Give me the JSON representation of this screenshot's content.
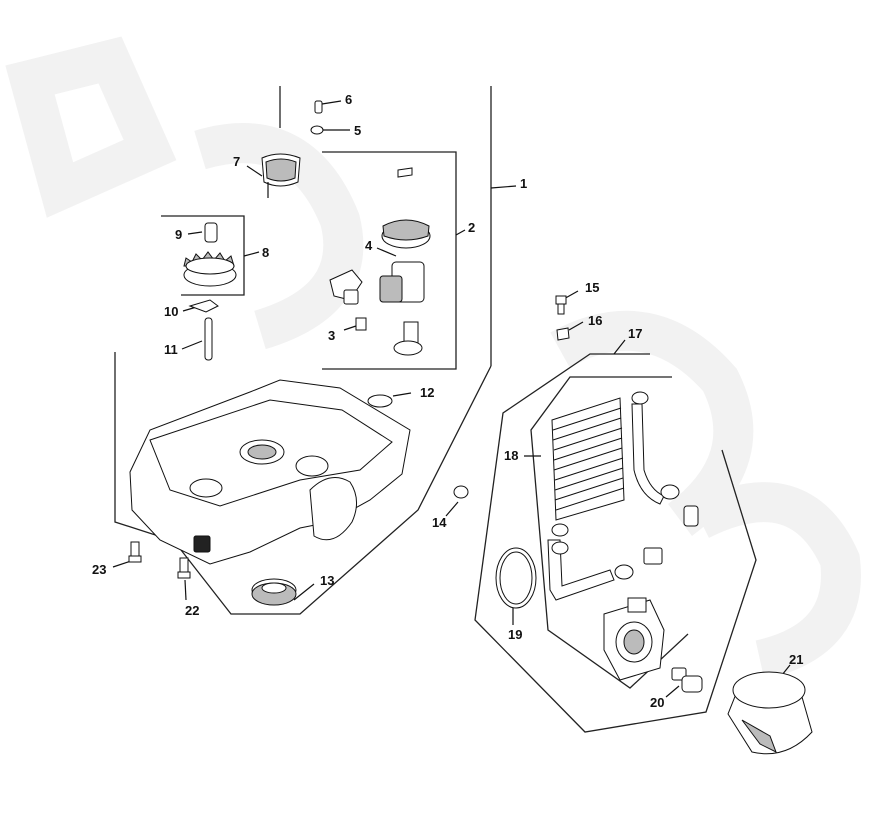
{
  "diagram": {
    "labels": [
      "1",
      "2",
      "3",
      "4",
      "5",
      "6",
      "7",
      "8",
      "9",
      "10",
      "11",
      "12",
      "13",
      "14",
      "15",
      "16",
      "17",
      "18",
      "19",
      "20",
      "21",
      "22",
      "23"
    ]
  },
  "colors": {
    "ink": "#111111",
    "watermark": "#f0f0f0"
  }
}
